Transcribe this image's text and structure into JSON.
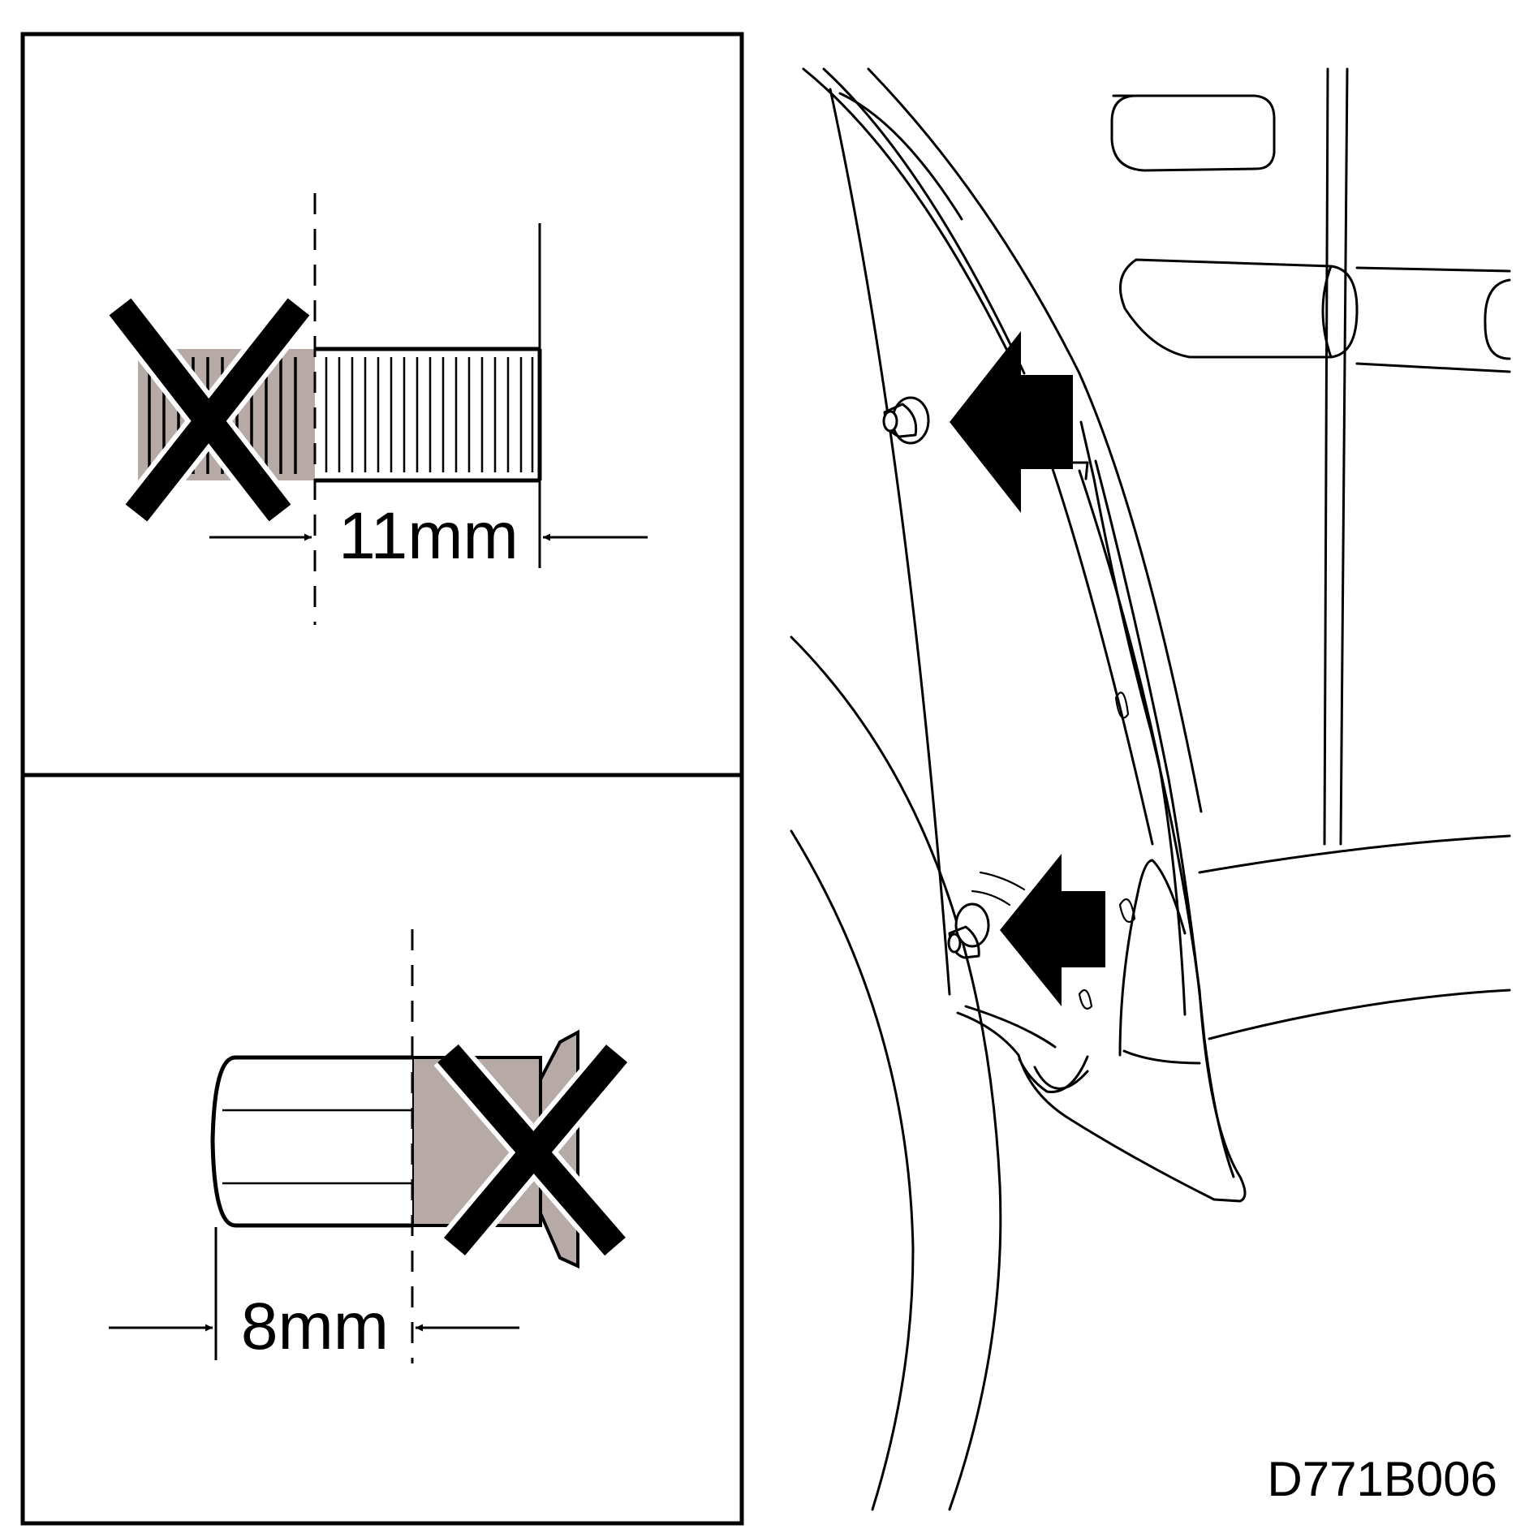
{
  "labels": {
    "dim_bolt_top": "11mm",
    "dim_stud_bottom": "8mm",
    "figure_code": "D771B006"
  },
  "icons": {
    "top_cross": "cross-mark-icon",
    "bottom_cross": "cross-mark-icon",
    "upper_arrow": "arrow-left-icon",
    "lower_arrow": "arrow-left-icon"
  },
  "colors": {
    "line": "#000000",
    "shade": "#b7aaa6",
    "background": "#ffffff"
  }
}
